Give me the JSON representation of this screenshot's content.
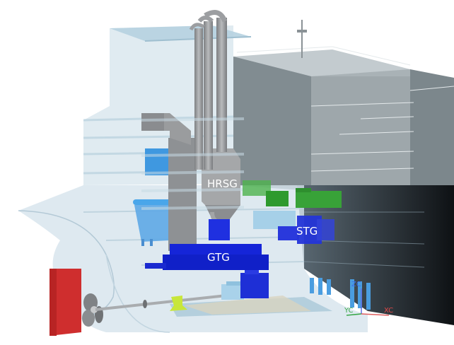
{
  "diagram": {
    "title": "Ship machinery arrangement cutaway",
    "labels": {
      "hrsg": "HRSG",
      "gtg": "GTG",
      "stg": "STG"
    },
    "axes": {
      "z": "ZC",
      "y": "YC",
      "x": "XC"
    },
    "colors": {
      "hull": "#cfe0ea",
      "rudder": "#d0312d",
      "gtg": "#1f2fe0",
      "stg": "#2638d8",
      "hrsg": "#9a9c9e",
      "generator_green": "#3aa33a",
      "light_blue_equipment": "#4a9de0",
      "shaft_bearing": "#c8e63a",
      "deckhouse": "#a8b0b4",
      "axis_z": "#3b6fe8",
      "axis_y": "#3aa84a",
      "axis_x": "#e04848"
    },
    "components": [
      {
        "id": "hrsg",
        "name": "Heat Recovery Steam Generator"
      },
      {
        "id": "gtg",
        "name": "Gas Turbine Generator"
      },
      {
        "id": "stg",
        "name": "Steam Turbine Generator"
      },
      {
        "id": "propeller",
        "name": "Propeller"
      },
      {
        "id": "rudder",
        "name": "Rudder"
      },
      {
        "id": "shaft",
        "name": "Propeller shaft"
      },
      {
        "id": "funnel",
        "name": "Exhaust stacks"
      },
      {
        "id": "deckhouse",
        "name": "Deckhouse"
      }
    ]
  }
}
